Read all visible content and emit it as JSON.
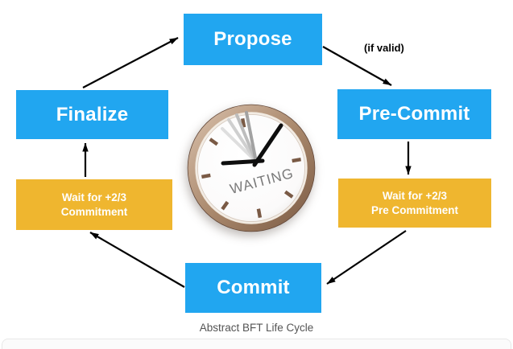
{
  "diagram": {
    "title_caption": "Abstract BFT Life Cycle",
    "type": "cycle-flow-diagram",
    "colors": {
      "stage_box_blue": "#21A6F0",
      "wait_box_orange": "#EFB62F",
      "arrow_black": "#000000",
      "caption_gray": "#545454",
      "clock_rim_brown": "#8a664f",
      "clock_waiting_gray": "#7a7a7a"
    },
    "nodes": {
      "propose": {
        "label": "Propose"
      },
      "precommit": {
        "label": "Pre-Commit"
      },
      "wait_precommit": {
        "line1": "Wait for +2/3",
        "line2": "Pre Commitment"
      },
      "commit": {
        "label": "Commit"
      },
      "wait_commit": {
        "line1": "Wait for +2/3",
        "line2": "Commitment"
      },
      "finalize": {
        "label": "Finalize"
      }
    },
    "edges": [
      {
        "from": "finalize",
        "to": "propose",
        "label": ""
      },
      {
        "from": "propose",
        "to": "precommit",
        "label": "(if valid)"
      },
      {
        "from": "precommit",
        "to": "wait_precommit",
        "label": ""
      },
      {
        "from": "wait_precommit",
        "to": "commit",
        "label": ""
      },
      {
        "from": "commit",
        "to": "wait_commit",
        "label": ""
      },
      {
        "from": "wait_commit",
        "to": "finalize",
        "label": ""
      }
    ],
    "edge_label_if_valid": "(if valid)",
    "clock": {
      "text": "WAITING"
    }
  }
}
